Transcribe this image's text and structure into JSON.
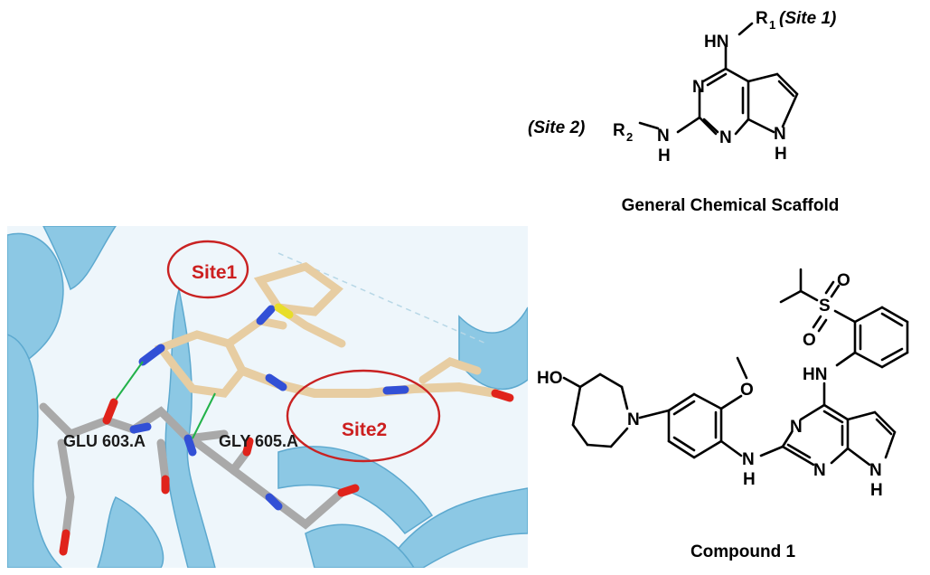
{
  "scaffold": {
    "hn_label": "HN",
    "r1_label": "R",
    "r1_sub": "1",
    "site1_label": "(Site 1)",
    "site2_label": "(Site 2)",
    "r2_label": "R",
    "r2_sub": "2",
    "ring_n_labels": [
      "N",
      "N",
      "N",
      "H"
    ],
    "nh_n": "N",
    "nh_h": "H",
    "caption": "General Chemical Scaffold"
  },
  "compound": {
    "ho_label": "HO",
    "pip_n_label": "N",
    "o_label": "O",
    "sulfonyl_s": "S",
    "sulfonyl_o1": "O",
    "sulfonyl_o2": "O",
    "hn_label": "HN",
    "ring_n1": "N",
    "ring_n2": "N",
    "nh_n": "N",
    "nh_h": "H",
    "pyrrole_n": "N",
    "pyrrole_h": "H",
    "caption": "Compound 1"
  },
  "protein": {
    "site1_label": "Site1",
    "site2_label": "Site2",
    "residue1": "GLU 603.A",
    "residue2": "GLY 605.A"
  },
  "colors": {
    "ribbon": "#8cc8e4",
    "ribbon_dark": "#5da9cf",
    "ligand": "#e7cda2",
    "residue_carbon": "#a9a9a9",
    "nitrogen": "#3250d6",
    "oxygen": "#e0231b",
    "sulfur": "#e8de2a",
    "hbond": "#22b24a",
    "site_circle": "#c92222"
  }
}
